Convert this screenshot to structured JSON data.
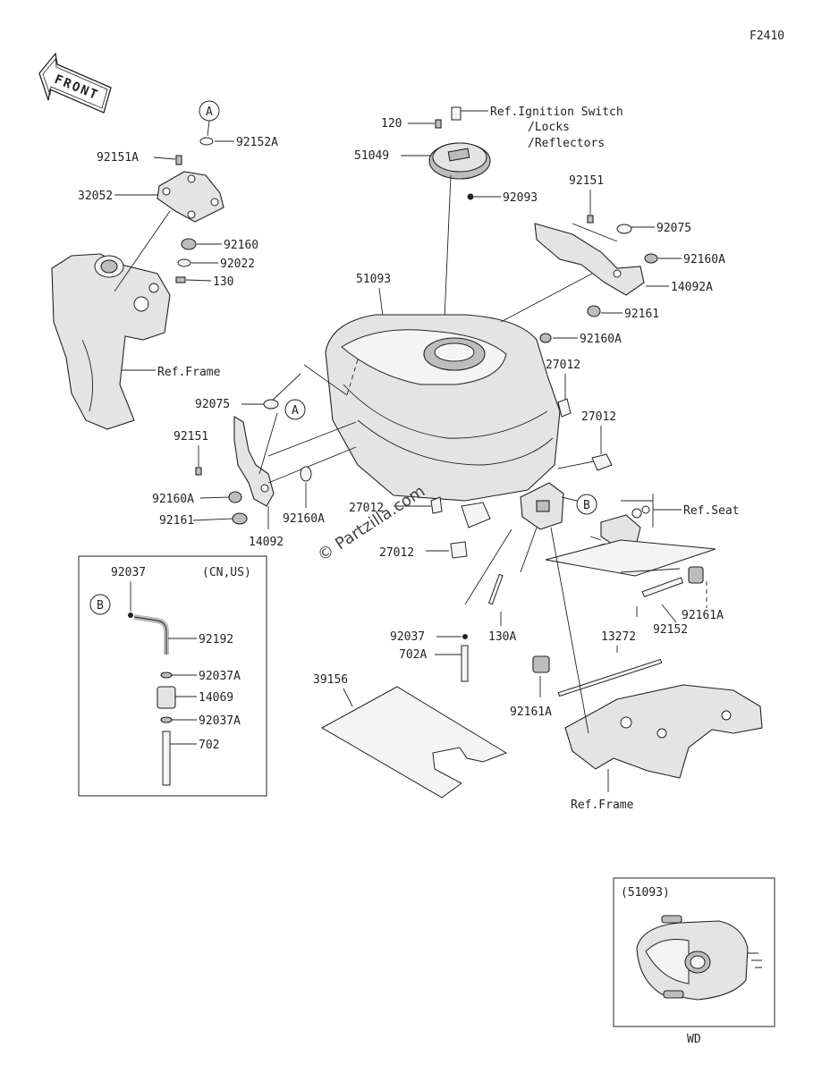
{
  "figure_id": "F2410",
  "front_label": "FRONT",
  "watermark": "© Partzilla.com",
  "callouts": {
    "A": "A",
    "B": "B"
  },
  "parts": {
    "p92152A": "92152A",
    "p92151A": "92151A",
    "p32052": "32052",
    "p92160": "92160",
    "p92022": "92022",
    "p130": "130",
    "refFrame1": "Ref.Frame",
    "p120": "120",
    "refIgn1": "Ref.Ignition Switch",
    "refIgn2": "/Locks",
    "refIgn3": "/Reflectors",
    "p51049": "51049",
    "p92093": "92093",
    "p92151": "92151",
    "p92075": "92075",
    "p92160A_r": "92160A",
    "p14092A": "14092A",
    "p92161_r": "92161",
    "p51093": "51093",
    "p92160A_m": "92160A",
    "p27012_a": "27012",
    "p27012_b": "27012",
    "p92075_l": "92075",
    "p92151_l": "92151",
    "p92160A_l": "92160A",
    "p92161_l": "92161",
    "p14092": "14092",
    "p92160A_l2": "92160A",
    "p27012_c": "27012",
    "p27012_d": "27012",
    "refSeat": "Ref.Seat",
    "p92161A_a": "92161A",
    "p92152": "92152",
    "p92037": "92037",
    "p702A": "702A",
    "p130A": "130A",
    "p13272": "13272",
    "p92161A_b": "92161A",
    "p39156": "39156",
    "refFrame2": "Ref.Frame"
  },
  "inset_cn_us": {
    "region": "(CN,US)",
    "p92037": "92037",
    "p92192": "92192",
    "p92037A_1": "92037A",
    "p14069": "14069",
    "p92037A_2": "92037A",
    "p702": "702"
  },
  "inset_wd": {
    "title": "(51093)",
    "caption": "WD"
  }
}
